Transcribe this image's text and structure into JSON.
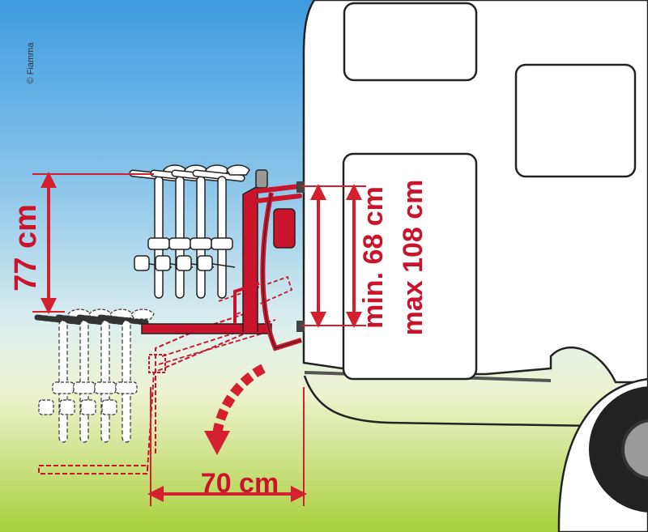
{
  "copyright": "© Fiamma",
  "dimensions": {
    "rack_drop": "77 cm",
    "rack_depth": "70 cm",
    "bracket_min": "min. 68 cm",
    "bracket_max": "max 108 cm"
  },
  "colors": {
    "rack_red": "#c9142b",
    "arrow_red": "#d41f2e",
    "outline": "#222222",
    "vehicle_fill": "#ffffff",
    "sky_top": "#3d9be0",
    "sky_bottom": "#dff0ee",
    "ground_top": "#e9f1c6",
    "ground_bottom": "#a9cf3c"
  }
}
